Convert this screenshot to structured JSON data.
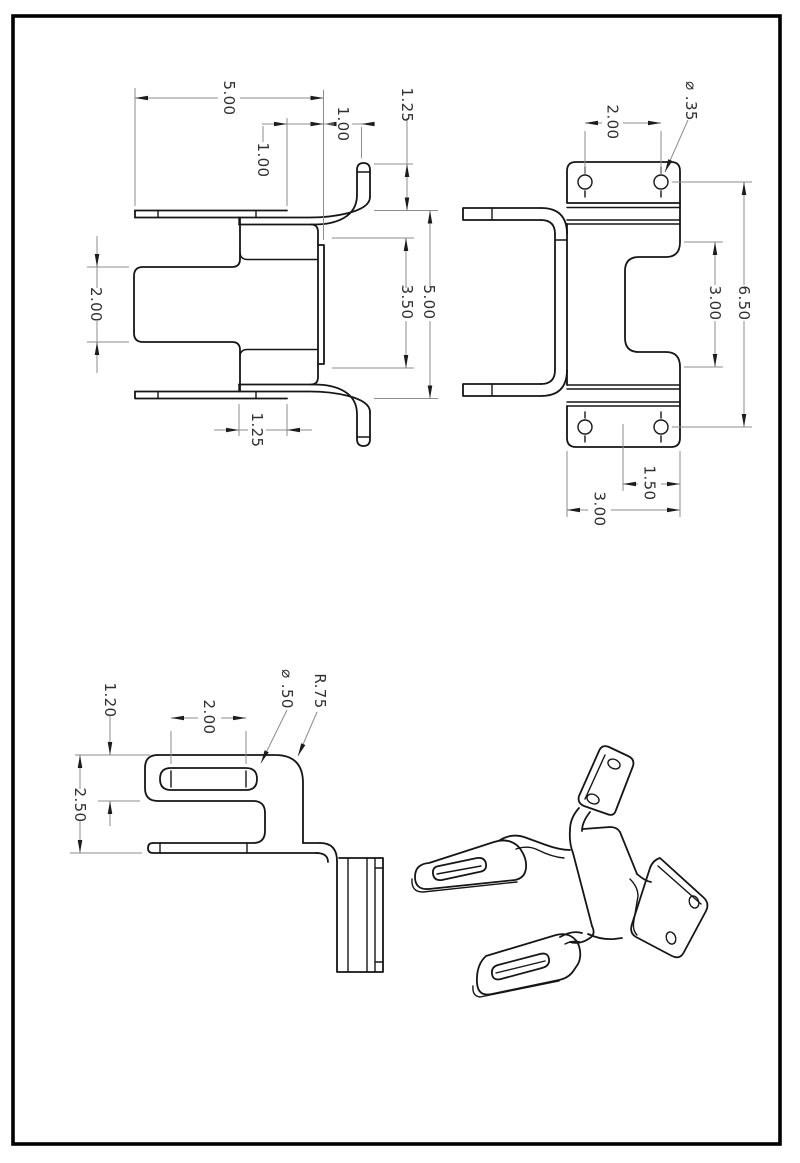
{
  "views": {
    "top": {
      "dims": {
        "overall_width": "5.00",
        "jog_offset_a": "1.00",
        "jog_offset_b": "1.00",
        "flange_stickout": "1.25",
        "arm_gap": "2.00",
        "web_height": "3.50",
        "overall_height": "5.00",
        "jog_offset_bottom": "1.25"
      }
    },
    "front": {
      "dims": {
        "hole_spacing": "2.00",
        "hole_diameter": "⌀ .35",
        "hole_span": "6.50",
        "notch_height": "3.00",
        "hole_offset": "1.50",
        "flange_width": "3.00"
      }
    },
    "side": {
      "dims": {
        "arm_thickness": "1.20",
        "slot_length": "2.00",
        "slot_diameter": "⌀ .50",
        "corner_radius": "R.75",
        "arm_height": "2.50"
      }
    }
  }
}
